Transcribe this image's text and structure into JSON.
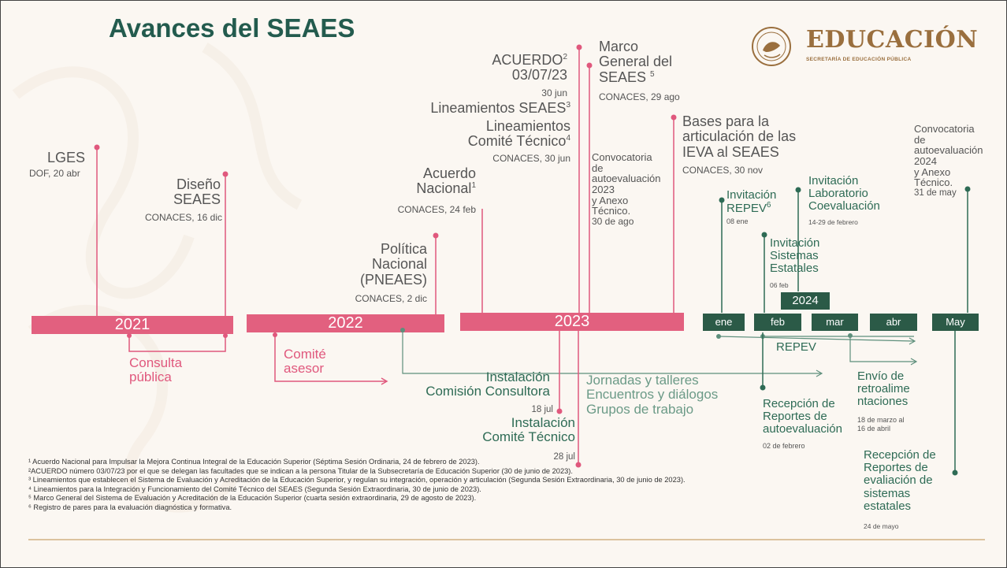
{
  "header": {
    "title": "Avances del SEAES",
    "logo_text": "EDUCACIÓN",
    "logo_subtitle": "SECRETARÍA DE EDUCACIÓN PÚBLICA"
  },
  "years": {
    "y2021": "2021",
    "y2022": "2022",
    "y2023": "2023",
    "y2024": "2024"
  },
  "months": {
    "ene": "ene",
    "feb": "feb",
    "mar": "mar",
    "abr": "abr",
    "may": "May"
  },
  "events": {
    "lges": {
      "title": "LGES",
      "sub": "DOF, 20 abr"
    },
    "diseno": {
      "line1": "Diseño",
      "line2": "SEAES",
      "sub": "CONACES, 16 dic"
    },
    "consulta": {
      "line1": "Consulta",
      "line2": "pública"
    },
    "comite_asesor": {
      "line1": "Comité",
      "line2": "asesor"
    },
    "politica": {
      "line1": "Política",
      "line2": "Nacional",
      "line3": "(PNEAES)",
      "sub": "CONACES, 2 dic"
    },
    "acuerdo_nacional": {
      "line1": "Acuerdo",
      "line2": "Nacional",
      "sup": "1",
      "sub": "CONACES, 24 feb"
    },
    "acuerdo_0307": {
      "line1": "ACUERDO",
      "sup": "2",
      "line2": "03/07/23",
      "sub": "30 jun"
    },
    "lineamientos_seaes": {
      "text": "Lineamientos SEAES",
      "sup": "3"
    },
    "lineamientos_comite": {
      "line1": "Lineamientos",
      "line2": "Comité Técnico",
      "sup": "4",
      "sub": "CONACES, 30 jun"
    },
    "marco": {
      "line1": "Marco",
      "line2": "General del",
      "line3": "SEAES",
      "sup": "5",
      "sub": "CONACES, 29 ago"
    },
    "convocatoria_2023": {
      "line1": "Convocatoria",
      "line2": "de",
      "line3": "autoevaluación",
      "line4": "2023",
      "line5": "y   Anexo",
      "line6": "Técnico.",
      "sub": "30 de ago"
    },
    "bases": {
      "line1": "Bases para la",
      "line2": "articulación de las",
      "line3": "IEVA al SEAES",
      "sub": "CONACES, 30 nov"
    },
    "instalacion_consultora": {
      "line1": "Instalación",
      "line2": "Comisión Consultora",
      "sub": "18 jul"
    },
    "instalacion_comite": {
      "line1": "Instalación",
      "line2": "Comité Técnico",
      "sub": "28 jul"
    },
    "jornadas": {
      "line1": "Jornadas y talleres",
      "line2": "Encuentros y diálogos",
      "line3": "Grupos de trabajo"
    },
    "inv_repev": {
      "line1": "Invitación",
      "line2": "REPEV",
      "sup": "6",
      "sub": "08 ene"
    },
    "inv_lab": {
      "line1": "Invitación",
      "line2": "Laboratorio",
      "line3": "Coevaluación",
      "sub": "14-29 de febrero"
    },
    "inv_sistemas": {
      "line1": "Invitación",
      "line2": "Sistemas",
      "line3": "Estatales",
      "sub": "06 feb"
    },
    "convocatoria_2024": {
      "line1": "Convocatoria",
      "line2": "de",
      "line3": "autoevaluación",
      "line4": "2024",
      "line5": "y   Anexo",
      "line6": "Técnico.",
      "sub": "31 de may"
    },
    "repev": {
      "label": "REPEV"
    },
    "recepcion_auto": {
      "line1": "Recepción de",
      "line2": "Reportes de",
      "line3": "autoevaluación",
      "sub": "02 de febrero"
    },
    "envio": {
      "line1": "Envío de",
      "line2": "retroalime",
      "line3": "ntaciones",
      "sub1": "18 de marzo al",
      "sub2": "16 de abril"
    },
    "recepcion_eval": {
      "line1": "Recepción de",
      "line2": "Reportes de",
      "line3": "evaliación de",
      "line4": "sistemas",
      "line5": "estatales",
      "sub": "24 de mayo"
    }
  },
  "footnotes": [
    "¹ Acuerdo Nacional para Impulsar la Mejora Continua Integral de la Educación Superior (Séptima Sesión Ordinaria, 24 de febrero de 2023).",
    "²ACUERDO número 03/07/23 por el que se delegan las facultades que se indican a la persona Titular de la Subsecretaría de Educación Superior (30 de junio de 2023).",
    "³ Lineamientos que establecen el Sistema de Evaluación y Acreditación de la Educación Superior, y regulan su integración, operación y articulación (Segunda Sesión Extraordinaria, 30 de junio de 2023).",
    "⁴ Lineamientos para la Integración y Funcionamiento del Comité Técnico del SEAES (Segunda Sesión Extraordinaria, 30 de junio de 2023).",
    "⁵ Marco General del Sistema de Evaluación y Acreditación de la Educación Superior (cuarta sesión extraordinaria, 29 de agosto de 2023).",
    "⁶ Registro de pares para la evaluación diagnóstica y formativa."
  ],
  "colors": {
    "pink": "#e0587d",
    "green": "#2e6b55",
    "dark_green": "#2b5a47",
    "gold": "#9a6f3e"
  }
}
